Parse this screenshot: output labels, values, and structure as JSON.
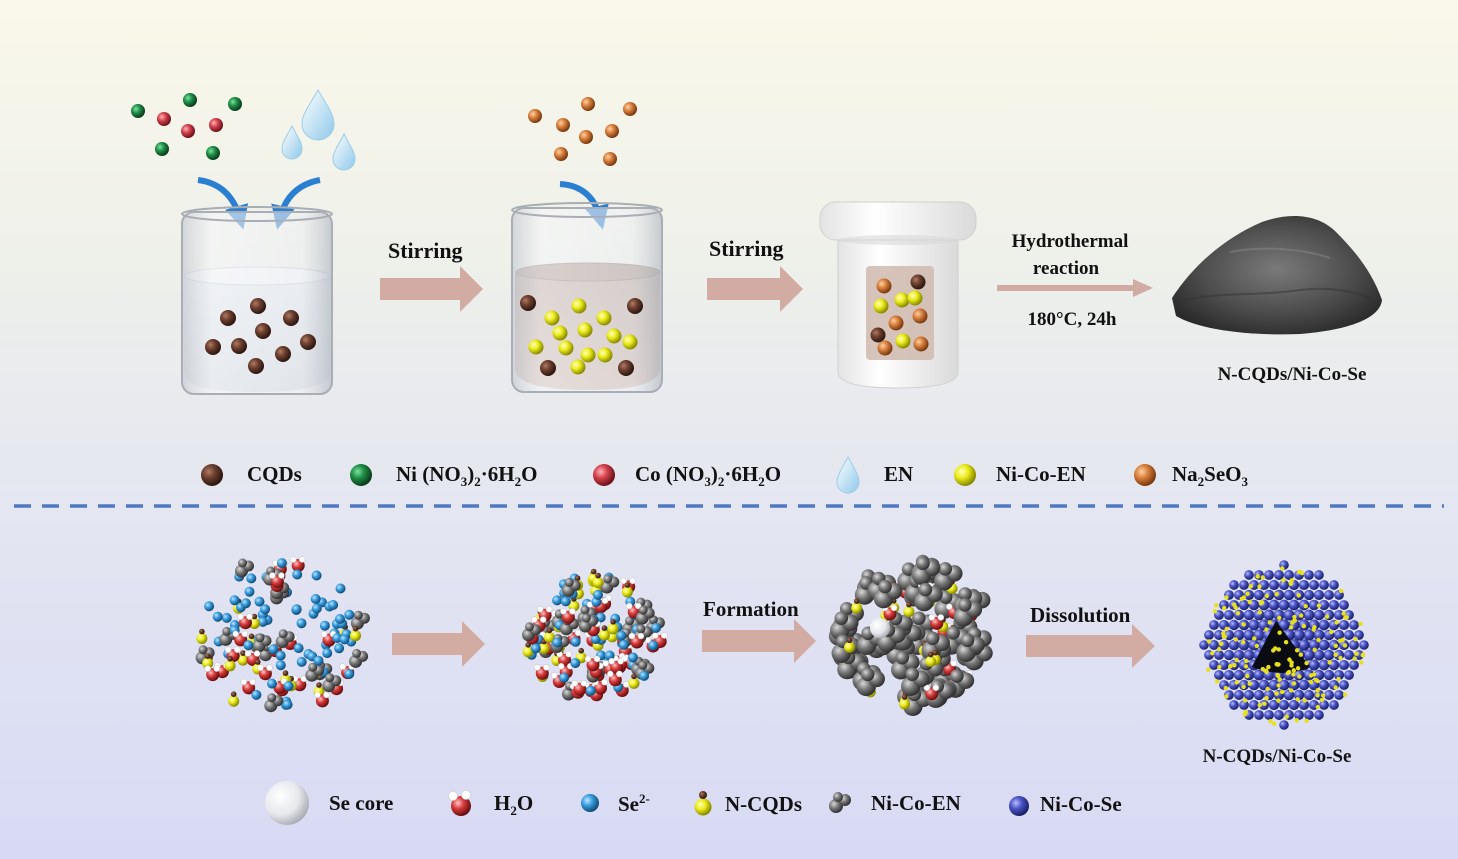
{
  "top_process": {
    "step1_arrow_label": "Stirring",
    "step2_arrow_label": "Stirring",
    "step3_arrow_label_line1": "Hydrothermal",
    "step3_arrow_label_line2": "reaction",
    "step3_condition": "180°C, 24h",
    "product_label": "N-CQDs/Ni-Co-Se"
  },
  "top_legend": [
    {
      "key": "cqds",
      "color": "#6b3f2f",
      "label": "CQDs"
    },
    {
      "key": "ni-nitrate",
      "color": "#1f8f46",
      "label_main": "Ni (NO",
      "sub1": "3",
      "mid": ")",
      "sub2": "2",
      "tail": "·6H",
      "sub3": "2",
      "end": "O"
    },
    {
      "key": "co-nitrate",
      "color": "#d3424d",
      "label_main": "Co (NO",
      "sub1": "3",
      "mid": ")",
      "sub2": "2",
      "tail": "·6H",
      "sub3": "2",
      "end": "O"
    },
    {
      "key": "en",
      "color": "#bfe2f5",
      "label": "EN"
    },
    {
      "key": "ni-co-en",
      "color": "#ecec1c",
      "label": "Ni-Co-EN"
    },
    {
      "key": "na2seo3",
      "color": "#d9803d",
      "label_main": "Na",
      "sub1": "2",
      "mid": "SeO",
      "sub2": "3"
    }
  ],
  "bottom_process": {
    "step2_arrow_label": "Formation",
    "step3_arrow_label": "Dissolution",
    "product_label": "N-CQDs/Ni-Co-Se"
  },
  "bottom_legend": [
    {
      "key": "se-core",
      "color": "#e6e8ec",
      "label": "Se core"
    },
    {
      "key": "h2o",
      "color": "#d83a3a",
      "label_main": "H",
      "sub": "2",
      "tail": "O"
    },
    {
      "key": "se2-",
      "color": "#3a9ee0",
      "label_main": "Se",
      "sup": "2-"
    },
    {
      "key": "n-cqds",
      "color": "#e8d81a",
      "label": "N-CQDs"
    },
    {
      "key": "ni-co-en-b",
      "color": "#777777",
      "label": "Ni-Co-EN"
    },
    {
      "key": "ni-co-se",
      "color": "#4a54c9",
      "label": "Ni-Co-Se"
    }
  ],
  "colors": {
    "arrow": "#d2aca2",
    "divider": "#4f78c0",
    "curved_arrow": "#2b7fd0"
  }
}
